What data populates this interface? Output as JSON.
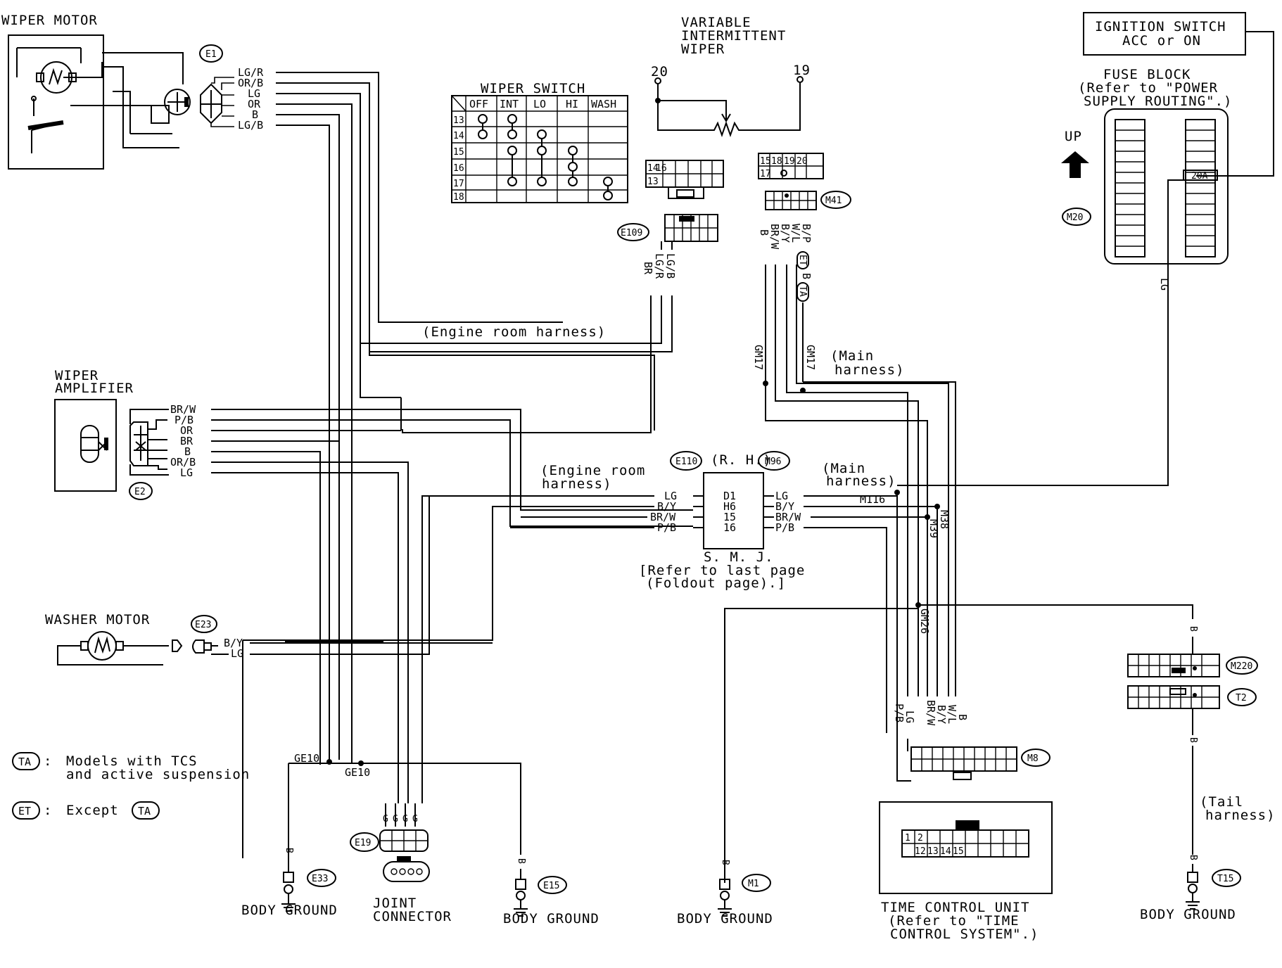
{
  "components": {
    "wiper_motor": "WIPER MOTOR",
    "variable_intermittent": [
      "VARIABLE",
      "INTERMITTENT",
      "WIPER"
    ],
    "vi_terminals": [
      "20",
      "19"
    ],
    "ignition_switch": [
      "IGNITION SWITCH",
      "ACC or ON"
    ],
    "fuse_block": [
      "FUSE BLOCK",
      "(Refer to \"POWER",
      "SUPPLY ROUTING\".)"
    ],
    "fuse_value": "20A",
    "up_label": "UP",
    "wiper_switch": "WIPER SWITCH",
    "wiper_amplifier": [
      "WIPER",
      "AMPLIFIER"
    ],
    "washer_motor": "WASHER MOTOR",
    "smj": [
      "S. M. J.",
      "[Refer to last page",
      "(Foldout page).]"
    ],
    "smj_side": "(R. H.)",
    "time_control_unit": [
      "TIME CONTROL UNIT",
      "(Refer to \"TIME",
      "CONTROL SYSTEM\".)"
    ],
    "joint_connector": [
      "JOINT",
      "CONNECTOR"
    ],
    "body_ground": "BODY GROUND"
  },
  "wiper_switch_table": {
    "headers": [
      "OFF",
      "INT",
      "LO",
      "HI",
      "WASH"
    ],
    "rows": [
      "13",
      "14",
      "15",
      "16",
      "17",
      "18"
    ]
  },
  "connectors": {
    "E1": "E1",
    "E2": "E2",
    "E23": "E23",
    "E109": "E109",
    "E110": "E110",
    "M96": "M96",
    "M41": "M41",
    "M20": "M20",
    "M220": "M220",
    "T2": "T2",
    "M8": "M8",
    "E19": "E19",
    "E33": "E33",
    "E15": "E15",
    "M1": "M1",
    "T15": "T15",
    "TA": "TA",
    "ET": "ET"
  },
  "harness_labels": {
    "engine_room_1": "(Engine room harness)",
    "engine_room_2": [
      "(Engine room",
      "harness)"
    ],
    "main_1": [
      "(Main",
      "harness)"
    ],
    "main_2": [
      "(Main",
      "harness)"
    ],
    "tail": [
      "(Tail",
      "harness)"
    ]
  },
  "wire_colors": {
    "e1": [
      "LG/R",
      "OR/B",
      "LG",
      "OR",
      "B",
      "LG/B"
    ],
    "e2": [
      "BR/W",
      "P/B",
      "OR",
      "BR",
      "B",
      "OR/B",
      "LG"
    ],
    "e23": [
      "B/Y",
      "LG"
    ],
    "e109": [
      "BR",
      "LG/R",
      "LG/B"
    ],
    "m41": [
      "B",
      "BR/W",
      "B/Y",
      "W/L",
      "B/P",
      "B"
    ],
    "smj_left": [
      "LG",
      "B/Y",
      "BR/W",
      "P/B"
    ],
    "smj_pins": [
      "D1",
      "H6",
      "15",
      "16"
    ],
    "smj_right": [
      "LG",
      "B/Y",
      "BR/W",
      "P/B"
    ],
    "m8": [
      "P/B",
      "LG",
      "BR/W",
      "B/Y",
      "W/L",
      "B"
    ],
    "fuse_out": "LG",
    "ground_b": "B",
    "joint_g": [
      "G",
      "G",
      "G",
      "G"
    ]
  },
  "splices": {
    "gm17a": "GM17",
    "gm17b": "GM17",
    "gm26": "GM26",
    "m116": "M116",
    "m38": "M38",
    "m39": "M39",
    "ge10a": "GE10",
    "ge10b": "GE10"
  },
  "tcu_pins": [
    "1",
    "2",
    "12",
    "13",
    "14",
    "15"
  ],
  "m41_pins": [
    "15",
    "18",
    "19",
    "20",
    "17"
  ],
  "e109_pins": [
    "14",
    "16",
    "13"
  ],
  "legend": {
    "ta_text": [
      "Models with TCS",
      "and active suspension"
    ],
    "et_text": "Except"
  }
}
